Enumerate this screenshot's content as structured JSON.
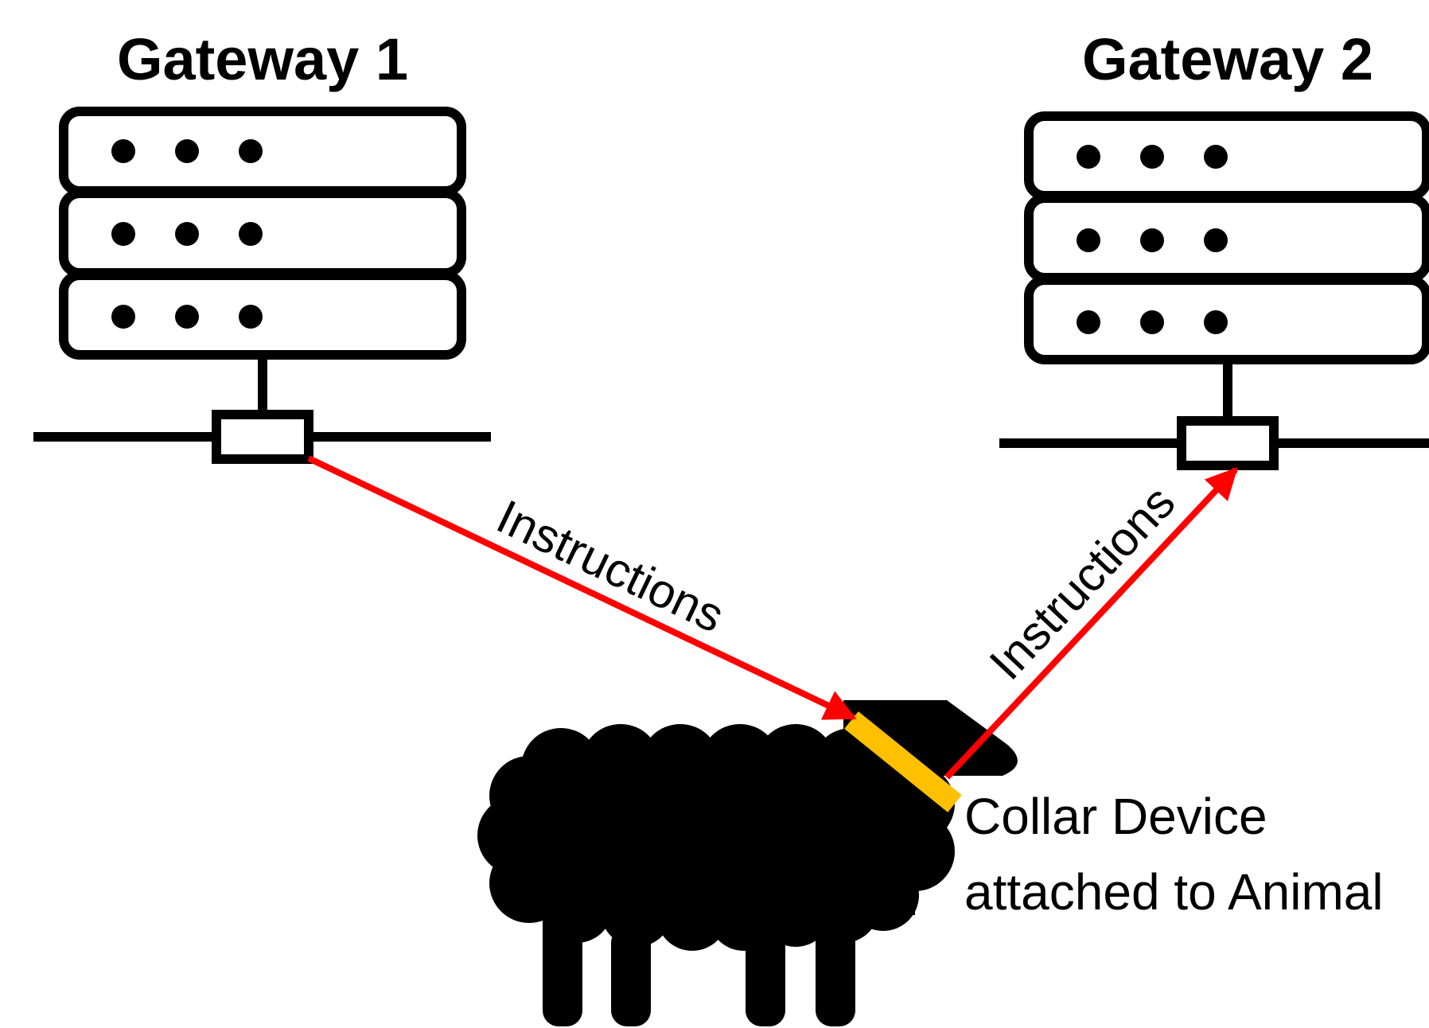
{
  "gateways": [
    {
      "title": "Gateway 1"
    },
    {
      "title": "Gateway 2"
    }
  ],
  "edges": [
    {
      "label": "Instructions",
      "from": "Gateway 1",
      "to": "Collar Device"
    },
    {
      "label": "Instructions",
      "from": "Collar Device",
      "to": "Gateway 2"
    }
  ],
  "device": {
    "label_line1": "Collar Device",
    "label_line2": "attached to Animal"
  },
  "colors": {
    "arrow": "#ff0000",
    "collar": "#ffc000",
    "ink": "#000000",
    "background": "#ffffff"
  },
  "icons": [
    "server-rack-icon",
    "network-bus-icon",
    "sheep-icon"
  ]
}
